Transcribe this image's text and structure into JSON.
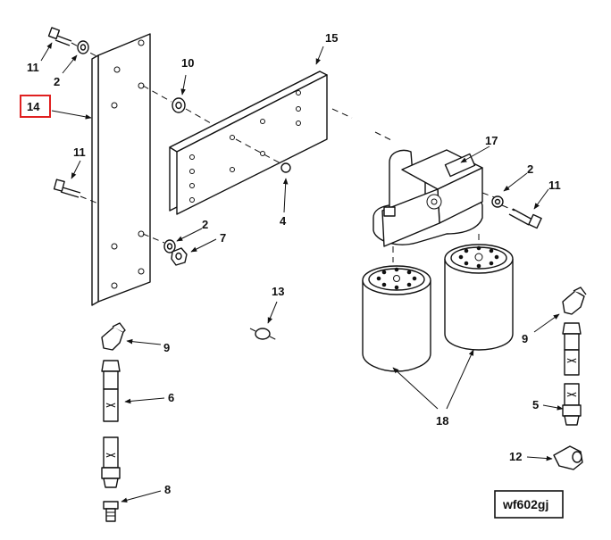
{
  "callouts": {
    "c11a": "11",
    "c2a": "2",
    "c14": "14",
    "c10": "10",
    "c15": "15",
    "c11b": "11",
    "c4": "4",
    "c2b": "2",
    "c7": "7",
    "c17": "17",
    "c2c": "2",
    "c11c": "11",
    "c13": "13",
    "c9a": "9",
    "c6": "6",
    "c8": "8",
    "c18": "18",
    "c9b": "9",
    "c5": "5",
    "c12": "12"
  },
  "figure_id": "wf602gj",
  "colors": {
    "line": "#111111",
    "highlight": "#e02020",
    "background": "#ffffff"
  }
}
